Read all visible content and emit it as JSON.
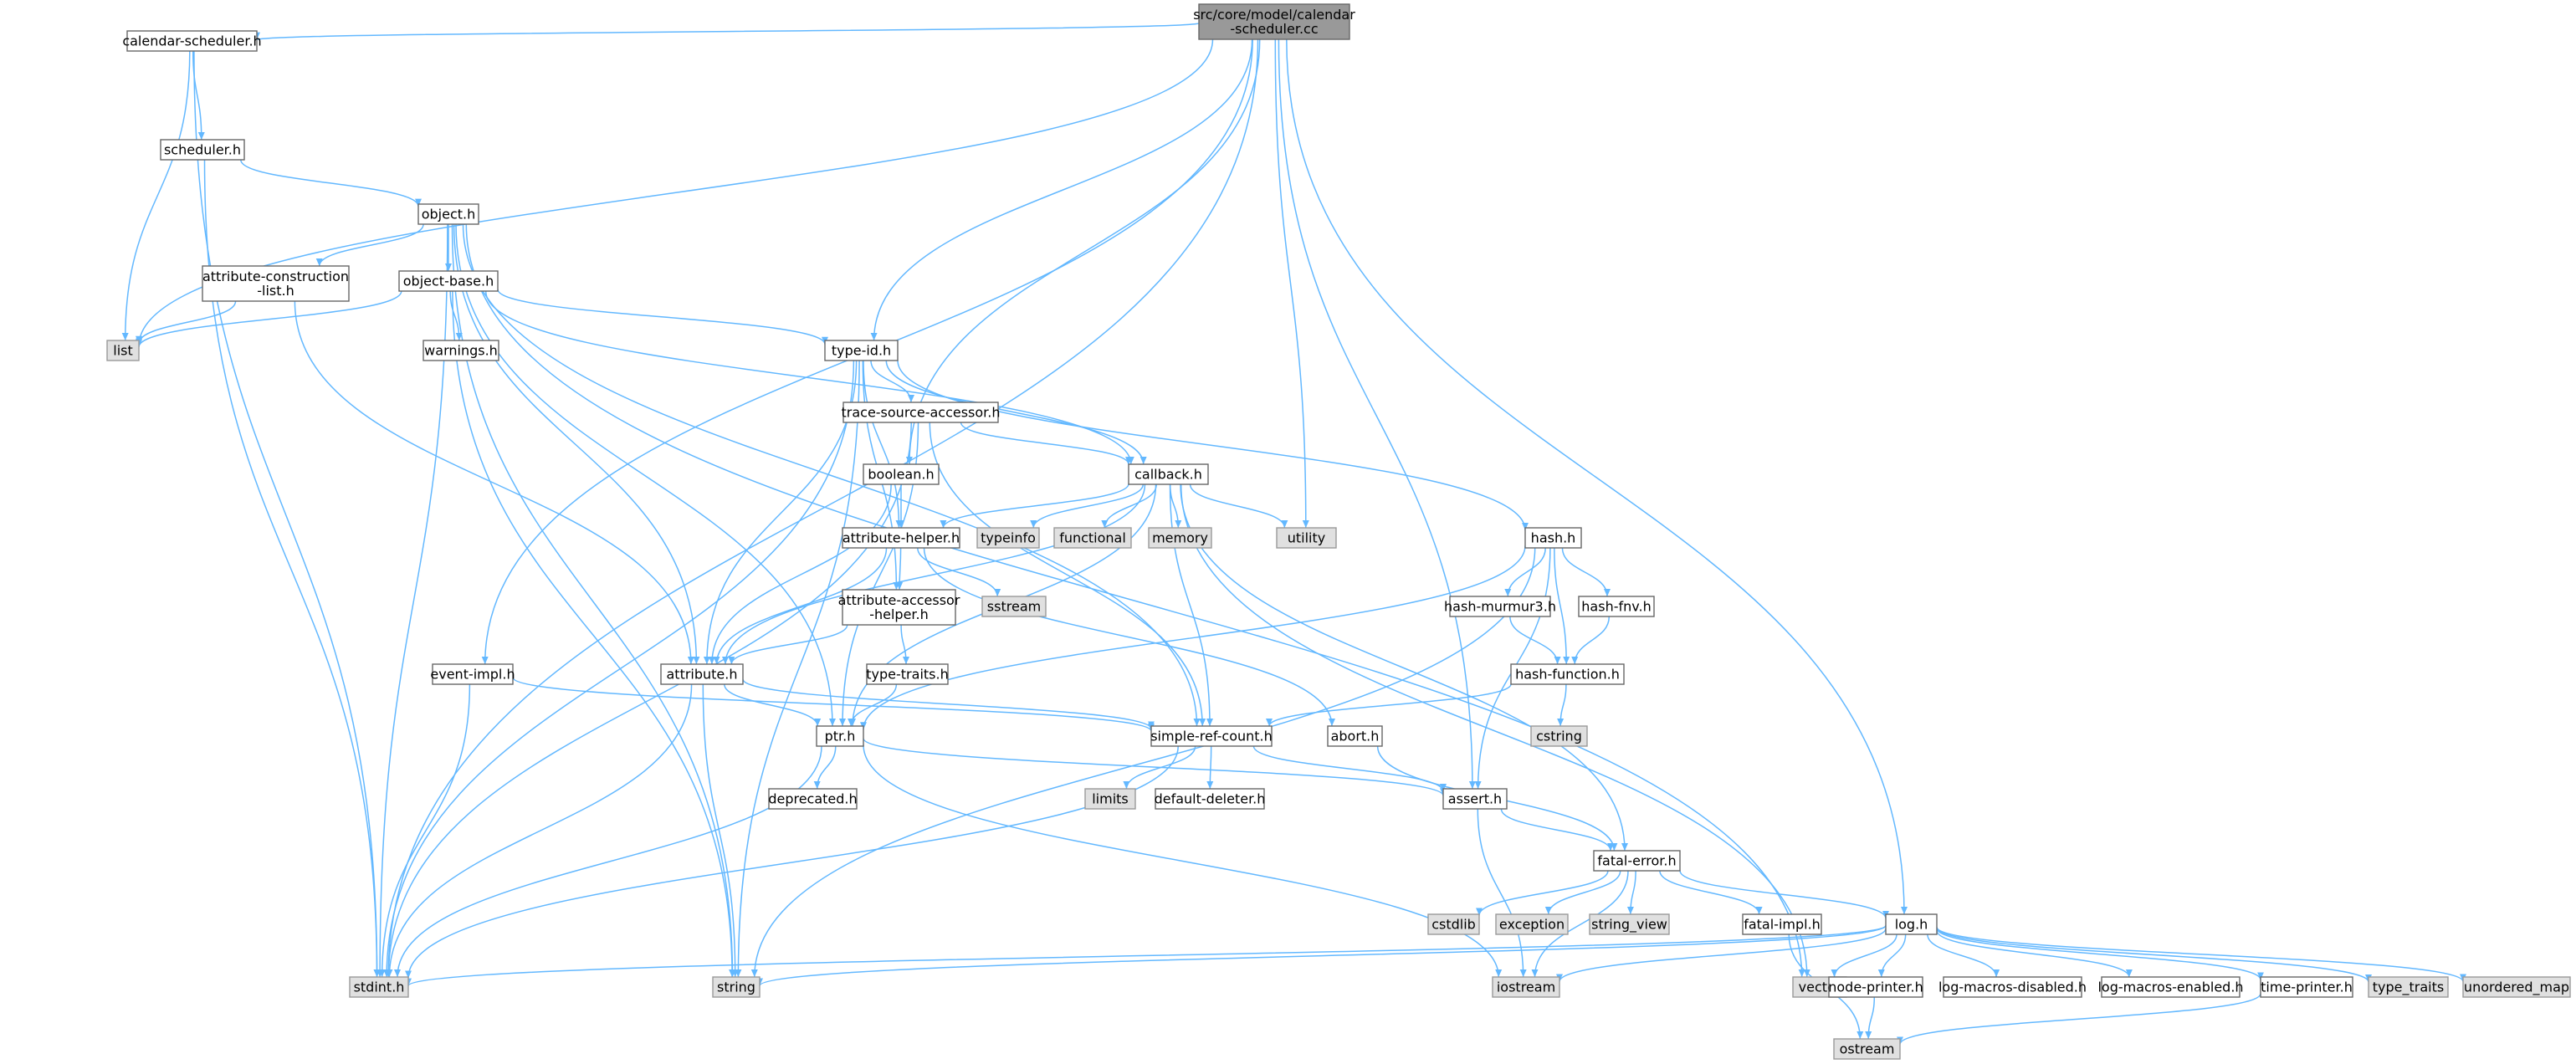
{
  "diagram": {
    "colors": {
      "edge": "#63b8ff",
      "file_node": "#ffffff",
      "std_node": "#e0e0e0",
      "root_node": "#999999",
      "border": "#666666"
    },
    "nodes": [
      {
        "id": "root",
        "kind": "root",
        "label": [
          "src/core/model/calendar",
          "-scheduler.cc"
        ]
      },
      {
        "id": "calendar_scheduler_h",
        "kind": "file",
        "label": [
          "calendar-scheduler.h"
        ]
      },
      {
        "id": "scheduler_h",
        "kind": "file",
        "label": [
          "scheduler.h"
        ]
      },
      {
        "id": "object_h",
        "kind": "file",
        "label": [
          "object.h"
        ]
      },
      {
        "id": "attr_construction",
        "kind": "file",
        "label": [
          "attribute-construction",
          "-list.h"
        ]
      },
      {
        "id": "object_base_h",
        "kind": "file",
        "label": [
          "object-base.h"
        ]
      },
      {
        "id": "list",
        "kind": "std",
        "label": [
          "list"
        ]
      },
      {
        "id": "warnings_h",
        "kind": "file",
        "label": [
          "warnings.h"
        ]
      },
      {
        "id": "type_id_h",
        "kind": "file",
        "label": [
          "type-id.h"
        ]
      },
      {
        "id": "trace_source",
        "kind": "file",
        "label": [
          "trace-source-accessor.h"
        ]
      },
      {
        "id": "boolean_h",
        "kind": "file",
        "label": [
          "boolean.h"
        ]
      },
      {
        "id": "callback_h",
        "kind": "file",
        "label": [
          "callback.h"
        ]
      },
      {
        "id": "attribute_helper_h",
        "kind": "file",
        "label": [
          "attribute-helper.h"
        ]
      },
      {
        "id": "typeinfo",
        "kind": "std",
        "label": [
          "typeinfo"
        ]
      },
      {
        "id": "functional",
        "kind": "std",
        "label": [
          "functional"
        ]
      },
      {
        "id": "memory",
        "kind": "std",
        "label": [
          "memory"
        ]
      },
      {
        "id": "utility",
        "kind": "std",
        "label": [
          "utility"
        ]
      },
      {
        "id": "hash_h",
        "kind": "file",
        "label": [
          "hash.h"
        ]
      },
      {
        "id": "sstream",
        "kind": "std",
        "label": [
          "sstream"
        ]
      },
      {
        "id": "attr_accessor",
        "kind": "file",
        "label": [
          "attribute-accessor",
          "-helper.h"
        ]
      },
      {
        "id": "hash_murmur3",
        "kind": "file",
        "label": [
          "hash-murmur3.h"
        ]
      },
      {
        "id": "hash_fnv",
        "kind": "file",
        "label": [
          "hash-fnv.h"
        ]
      },
      {
        "id": "type_traits_h",
        "kind": "file",
        "label": [
          "type-traits.h"
        ]
      },
      {
        "id": "event_impl_h",
        "kind": "file",
        "label": [
          "event-impl.h"
        ]
      },
      {
        "id": "attribute_h",
        "kind": "file",
        "label": [
          "attribute.h"
        ]
      },
      {
        "id": "hash_function_h",
        "kind": "file",
        "label": [
          "hash-function.h"
        ]
      },
      {
        "id": "abort_h",
        "kind": "file",
        "label": [
          "abort.h"
        ]
      },
      {
        "id": "ptr_h",
        "kind": "file",
        "label": [
          "ptr.h"
        ]
      },
      {
        "id": "simple_ref_count",
        "kind": "file",
        "label": [
          "simple-ref-count.h"
        ]
      },
      {
        "id": "cstring",
        "kind": "std",
        "label": [
          "cstring"
        ]
      },
      {
        "id": "deprecated_h",
        "kind": "file",
        "label": [
          "deprecated.h"
        ]
      },
      {
        "id": "limits",
        "kind": "std",
        "label": [
          "limits"
        ]
      },
      {
        "id": "default_deleter",
        "kind": "file",
        "label": [
          "default-deleter.h"
        ]
      },
      {
        "id": "assert_h",
        "kind": "file",
        "label": [
          "assert.h"
        ]
      },
      {
        "id": "fatal_error_h",
        "kind": "file",
        "label": [
          "fatal-error.h"
        ]
      },
      {
        "id": "cstdlib",
        "kind": "std",
        "label": [
          "cstdlib"
        ]
      },
      {
        "id": "exception",
        "kind": "std",
        "label": [
          "exception"
        ]
      },
      {
        "id": "string_view",
        "kind": "std",
        "label": [
          "string_view"
        ]
      },
      {
        "id": "fatal_impl_h",
        "kind": "file",
        "label": [
          "fatal-impl.h"
        ]
      },
      {
        "id": "log_h",
        "kind": "file",
        "label": [
          "log.h"
        ]
      },
      {
        "id": "stdint_h",
        "kind": "std",
        "label": [
          "stdint.h"
        ]
      },
      {
        "id": "string",
        "kind": "std",
        "label": [
          "string"
        ]
      },
      {
        "id": "iostream",
        "kind": "std",
        "label": [
          "iostream"
        ]
      },
      {
        "id": "vector",
        "kind": "std",
        "label": [
          "vector"
        ]
      },
      {
        "id": "node_printer",
        "kind": "file",
        "label": [
          "node-printer.h"
        ]
      },
      {
        "id": "log_macros_disabled",
        "kind": "file",
        "label": [
          "log-macros-disabled.h"
        ]
      },
      {
        "id": "log_macros_enabled",
        "kind": "file",
        "label": [
          "log-macros-enabled.h"
        ]
      },
      {
        "id": "time_printer",
        "kind": "file",
        "label": [
          "time-printer.h"
        ]
      },
      {
        "id": "type_traits",
        "kind": "std",
        "label": [
          "type_traits"
        ]
      },
      {
        "id": "unordered_map",
        "kind": "std",
        "label": [
          "unordered_map"
        ]
      },
      {
        "id": "ostream",
        "kind": "std",
        "label": [
          "ostream"
        ]
      }
    ],
    "edges": [
      [
        "root",
        "calendar_scheduler_h"
      ],
      [
        "root",
        "list"
      ],
      [
        "root",
        "event_impl_h"
      ],
      [
        "root",
        "type_id_h"
      ],
      [
        "root",
        "boolean_h"
      ],
      [
        "root",
        "utility"
      ],
      [
        "root",
        "stdint_h"
      ],
      [
        "root",
        "assert_h"
      ],
      [
        "root",
        "log_h"
      ],
      [
        "calendar_scheduler_h",
        "scheduler_h"
      ],
      [
        "calendar_scheduler_h",
        "list"
      ],
      [
        "calendar_scheduler_h",
        "stdint_h"
      ],
      [
        "scheduler_h",
        "object_h"
      ],
      [
        "scheduler_h",
        "stdint_h"
      ],
      [
        "object_h",
        "attr_construction"
      ],
      [
        "object_h",
        "object_base_h"
      ],
      [
        "object_h",
        "attribute_h"
      ],
      [
        "object_h",
        "ptr_h"
      ],
      [
        "object_h",
        "simple_ref_count"
      ],
      [
        "object_h",
        "stdint_h"
      ],
      [
        "object_h",
        "string"
      ],
      [
        "object_h",
        "vector"
      ],
      [
        "attr_construction",
        "list"
      ],
      [
        "attr_construction",
        "attribute_h"
      ],
      [
        "object_base_h",
        "list"
      ],
      [
        "object_base_h",
        "warnings_h"
      ],
      [
        "object_base_h",
        "type_id_h"
      ],
      [
        "object_base_h",
        "callback_h"
      ],
      [
        "object_base_h",
        "string"
      ],
      [
        "type_id_h",
        "trace_source"
      ],
      [
        "type_id_h",
        "callback_h"
      ],
      [
        "type_id_h",
        "attribute_helper_h"
      ],
      [
        "type_id_h",
        "attr_accessor"
      ],
      [
        "type_id_h",
        "attribute_h"
      ],
      [
        "type_id_h",
        "hash_h"
      ],
      [
        "type_id_h",
        "stdint_h"
      ],
      [
        "type_id_h",
        "string"
      ],
      [
        "trace_source",
        "callback_h"
      ],
      [
        "trace_source",
        "ptr_h"
      ],
      [
        "trace_source",
        "simple_ref_count"
      ],
      [
        "trace_source",
        "stdint_h"
      ],
      [
        "boolean_h",
        "attribute_helper_h"
      ],
      [
        "boolean_h",
        "attribute_h"
      ],
      [
        "callback_h",
        "attribute_helper_h"
      ],
      [
        "callback_h",
        "typeinfo"
      ],
      [
        "callback_h",
        "functional"
      ],
      [
        "callback_h",
        "memory"
      ],
      [
        "callback_h",
        "utility"
      ],
      [
        "callback_h",
        "vector"
      ],
      [
        "callback_h",
        "attribute_h"
      ],
      [
        "callback_h",
        "ptr_h"
      ],
      [
        "callback_h",
        "simple_ref_count"
      ],
      [
        "callback_h",
        "fatal_error_h"
      ],
      [
        "attribute_helper_h",
        "sstream"
      ],
      [
        "attribute_helper_h",
        "attr_accessor"
      ],
      [
        "attribute_helper_h",
        "attribute_h"
      ],
      [
        "attribute_helper_h",
        "abort_h"
      ],
      [
        "attr_accessor",
        "type_traits_h"
      ],
      [
        "attr_accessor",
        "attribute_h"
      ],
      [
        "hash_h",
        "hash_murmur3"
      ],
      [
        "hash_h",
        "hash_fnv"
      ],
      [
        "hash_h",
        "hash_function_h"
      ],
      [
        "hash_h",
        "assert_h"
      ],
      [
        "hash_h",
        "ptr_h"
      ],
      [
        "hash_h",
        "string"
      ],
      [
        "hash_murmur3",
        "hash_function_h"
      ],
      [
        "hash_fnv",
        "hash_function_h"
      ],
      [
        "type_traits_h",
        "ptr_h"
      ],
      [
        "event_impl_h",
        "simple_ref_count"
      ],
      [
        "event_impl_h",
        "stdint_h"
      ],
      [
        "attribute_h",
        "ptr_h"
      ],
      [
        "attribute_h",
        "simple_ref_count"
      ],
      [
        "attribute_h",
        "stdint_h"
      ],
      [
        "attribute_h",
        "string"
      ],
      [
        "hash_function_h",
        "cstring"
      ],
      [
        "hash_function_h",
        "simple_ref_count"
      ],
      [
        "abort_h",
        "fatal_error_h"
      ],
      [
        "ptr_h",
        "deprecated_h"
      ],
      [
        "ptr_h",
        "assert_h"
      ],
      [
        "ptr_h",
        "stdint_h"
      ],
      [
        "ptr_h",
        "iostream"
      ],
      [
        "simple_ref_count",
        "limits"
      ],
      [
        "simple_ref_count",
        "default_deleter"
      ],
      [
        "simple_ref_count",
        "assert_h"
      ],
      [
        "simple_ref_count",
        "stdint_h"
      ],
      [
        "assert_h",
        "fatal_error_h"
      ],
      [
        "assert_h",
        "iostream"
      ],
      [
        "fatal_error_h",
        "cstdlib"
      ],
      [
        "fatal_error_h",
        "exception"
      ],
      [
        "fatal_error_h",
        "string_view"
      ],
      [
        "fatal_error_h",
        "fatal_impl_h"
      ],
      [
        "fatal_error_h",
        "log_h"
      ],
      [
        "fatal_error_h",
        "iostream"
      ],
      [
        "fatal_impl_h",
        "ostream"
      ],
      [
        "log_h",
        "iostream"
      ],
      [
        "log_h",
        "vector"
      ],
      [
        "log_h",
        "node_printer"
      ],
      [
        "log_h",
        "log_macros_disabled"
      ],
      [
        "log_h",
        "log_macros_enabled"
      ],
      [
        "log_h",
        "time_printer"
      ],
      [
        "log_h",
        "type_traits"
      ],
      [
        "log_h",
        "unordered_map"
      ],
      [
        "log_h",
        "string"
      ],
      [
        "log_h",
        "stdint_h"
      ],
      [
        "node_printer",
        "ostream"
      ],
      [
        "time_printer",
        "ostream"
      ]
    ]
  }
}
